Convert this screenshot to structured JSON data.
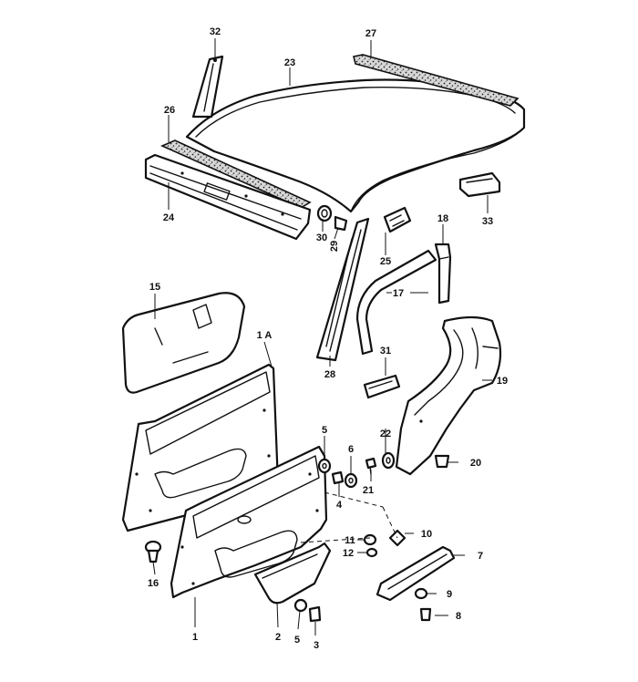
{
  "diagram": {
    "callouts": [
      {
        "id": "c1",
        "label": "1"
      },
      {
        "id": "c1a",
        "label": "1 A"
      },
      {
        "id": "c2",
        "label": "2"
      },
      {
        "id": "c3",
        "label": "3"
      },
      {
        "id": "c4",
        "label": "4"
      },
      {
        "id": "c5a",
        "label": "5"
      },
      {
        "id": "c5b",
        "label": "5"
      },
      {
        "id": "c6",
        "label": "6"
      },
      {
        "id": "c7",
        "label": "7"
      },
      {
        "id": "c8",
        "label": "8"
      },
      {
        "id": "c9",
        "label": "9"
      },
      {
        "id": "c10",
        "label": "10"
      },
      {
        "id": "c11",
        "label": "11"
      },
      {
        "id": "c12",
        "label": "12"
      },
      {
        "id": "c15",
        "label": "15"
      },
      {
        "id": "c16",
        "label": "16"
      },
      {
        "id": "c17",
        "label": "17"
      },
      {
        "id": "c18",
        "label": "18"
      },
      {
        "id": "c19",
        "label": "19"
      },
      {
        "id": "c20",
        "label": "20"
      },
      {
        "id": "c21",
        "label": "21"
      },
      {
        "id": "c22",
        "label": "22"
      },
      {
        "id": "c23",
        "label": "23"
      },
      {
        "id": "c24",
        "label": "24"
      },
      {
        "id": "c25",
        "label": "25"
      },
      {
        "id": "c26",
        "label": "26"
      },
      {
        "id": "c27",
        "label": "27"
      },
      {
        "id": "c28",
        "label": "28"
      },
      {
        "id": "c29",
        "label": "29"
      },
      {
        "id": "c30",
        "label": "30"
      },
      {
        "id": "c31",
        "label": "31"
      },
      {
        "id": "c32",
        "label": "32"
      },
      {
        "id": "c33",
        "label": "33"
      }
    ]
  }
}
